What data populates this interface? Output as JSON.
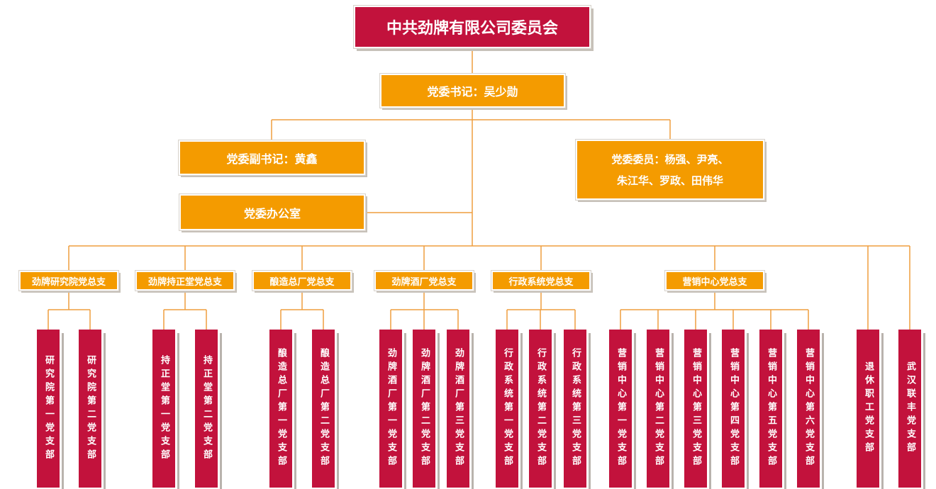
{
  "root": {
    "label": "中共劲牌有限公司委员会"
  },
  "secretary": {
    "label": "党委书记：吴少勋"
  },
  "deputy_secretary": {
    "label": "党委副书记：黄鑫"
  },
  "office": {
    "label": "党委办公室"
  },
  "members": {
    "label": "党委委员：杨强、尹亮、朱江华、罗政、田伟华",
    "lines": [
      "党委委员：杨强、尹亮、",
      "朱江华、罗政、田伟华"
    ]
  },
  "branches": [
    {
      "label": "劲牌研究院党总支",
      "children": [
        "研究院第一党支部",
        "研究院第二党支部"
      ]
    },
    {
      "label": "劲牌持正堂党总支",
      "children": [
        "持正堂第一党支部",
        "持正堂第二党支部"
      ]
    },
    {
      "label": "酿造总厂党总支",
      "children": [
        "酿造总厂第一党支部",
        "酿造总厂第二党支部"
      ]
    },
    {
      "label": "劲牌酒厂党总支",
      "children": [
        "劲牌酒厂第一党支部",
        "劲牌酒厂第二党支部",
        "劲牌酒厂第三党支部"
      ]
    },
    {
      "label": "行政系统党总支",
      "children": [
        "行政系统第一党支部",
        "行政系统第二党支部",
        "行政系统第三党支部"
      ]
    },
    {
      "label": "营销中心党总支",
      "children": [
        "营销中心第一党支部",
        "营销中心第二党支部",
        "营销中心第三党支部",
        "营销中心第四党支部",
        "营销中心第五党支部",
        "营销中心第六党支部"
      ]
    }
  ],
  "direct_branches": [
    "退休职工党支部",
    "武汉联丰党支部"
  ],
  "colors": {
    "crimson": "#C2123C",
    "orange": "#F49B00",
    "connector": "#EF9D3F",
    "shadow": "#C7C1B9",
    "text": "#FFFFFF"
  }
}
